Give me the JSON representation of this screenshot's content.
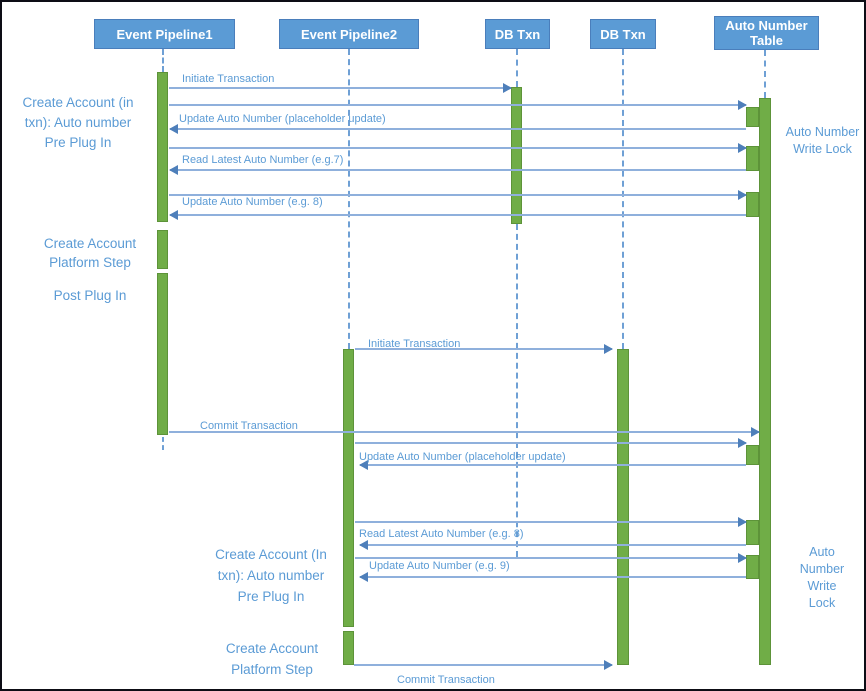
{
  "colors": {
    "accent_blue": "#5B9BD5",
    "arrow_line": "#8fb0dc",
    "arrow_head": "#4e7fba",
    "activation_green": "#70AD47",
    "border_dark": "#0d0d15"
  },
  "actors": [
    "Event Pipeline1",
    "Event Pipeline2",
    "DB Txn",
    "DB Txn",
    "Auto Number Table"
  ],
  "messages": {
    "m1": "Initiate Transaction",
    "m2": "Update Auto Number (placeholder update)",
    "m3": "Read Latest Auto Number (e.g.7)",
    "m4": "Update Auto Number (e.g. 8)",
    "m5": "Initiate Transaction",
    "m6": "Commit Transaction",
    "m7": "Update Auto Number (placeholder update)",
    "m8": "Read Latest Auto Number (e.g. 8)",
    "m9": "Update Auto Number (e.g. 9)",
    "m10": "Commit Transaction"
  },
  "annotations": {
    "pre_plugin_1": [
      "Create Account (in",
      "txn): Auto number",
      "Pre Plug In"
    ],
    "platform_step_1": [
      "Create Account",
      "Platform Step"
    ],
    "post_plugin": [
      "Post Plug In"
    ],
    "pre_plugin_2": [
      "Create Account (In",
      "txn): Auto number",
      "Pre Plug In"
    ],
    "platform_step_2": [
      "Create Account",
      "Platform Step"
    ],
    "write_lock_1": [
      "Auto Number",
      "Write Lock"
    ],
    "write_lock_2": [
      "Auto",
      "Number",
      "Write",
      "Lock"
    ]
  }
}
